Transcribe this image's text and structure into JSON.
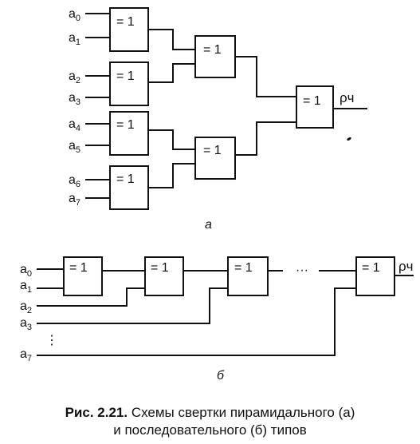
{
  "gate_label": "= 1",
  "output_label": "ρч",
  "diagram_a": {
    "label": "а",
    "inputs": [
      {
        "letter": "a",
        "sub": "0"
      },
      {
        "letter": "a",
        "sub": "1"
      },
      {
        "letter": "a",
        "sub": "2"
      },
      {
        "letter": "a",
        "sub": "3"
      },
      {
        "letter": "a",
        "sub": "4"
      },
      {
        "letter": "a",
        "sub": "5"
      },
      {
        "letter": "a",
        "sub": "6"
      },
      {
        "letter": "a",
        "sub": "7"
      }
    ]
  },
  "diagram_b": {
    "label": "б",
    "inputs": [
      {
        "letter": "a",
        "sub": "0"
      },
      {
        "letter": "a",
        "sub": "1"
      },
      {
        "letter": "a",
        "sub": "2"
      },
      {
        "letter": "a",
        "sub": "3"
      },
      {
        "letter": "a",
        "sub": "7"
      }
    ],
    "ellipsis_h": "···",
    "ellipsis_v": "⋮"
  },
  "caption": {
    "prefix": "Рис. 2.21.",
    "line1": " Схемы свертки пирамидального (а)",
    "line2": "и последовательного (б) типов"
  }
}
